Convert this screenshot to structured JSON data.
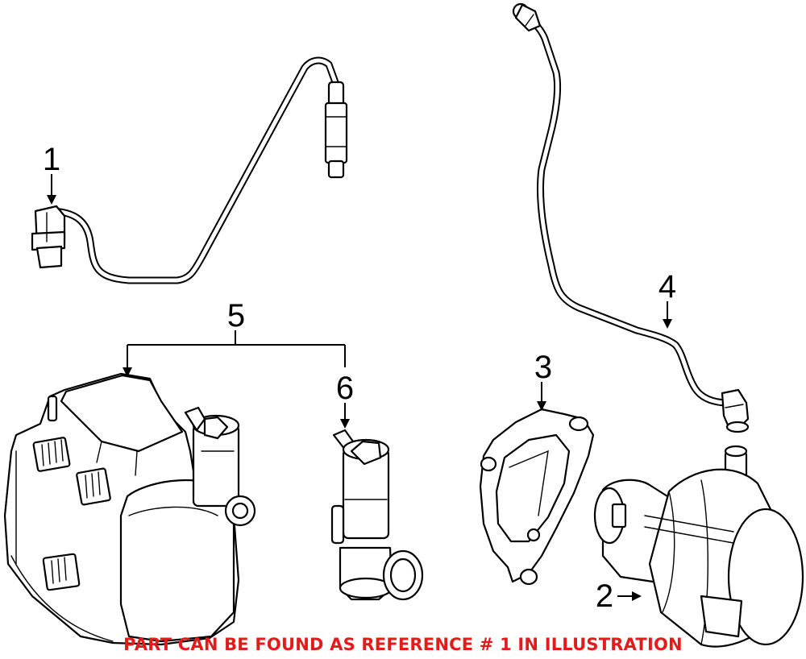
{
  "callouts": {
    "c1": "1",
    "c2": "2",
    "c3": "3",
    "c4": "4",
    "c5": "5",
    "c6": "6"
  },
  "notice": {
    "text": "PART CAN BE FOUND AS REFERENCE # 1 IN ILLUSTRATION",
    "color": "#e21b1b"
  }
}
